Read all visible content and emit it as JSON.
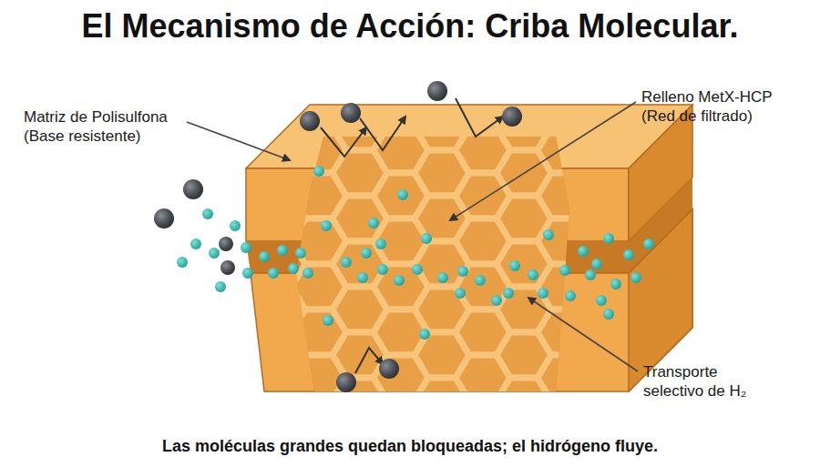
{
  "diagram": {
    "title": "El Mecanismo de Acción: Criba Molecular.",
    "caption": "Las moléculas grandes quedan bloqueadas; el hidrógeno fluye.",
    "labels": [
      "Matriz de Polisulfona (Base resistente)",
      "Relleno MetX-HCP (Red de filtrado)",
      "Transporte selectivo de H₂"
    ]
  }
}
